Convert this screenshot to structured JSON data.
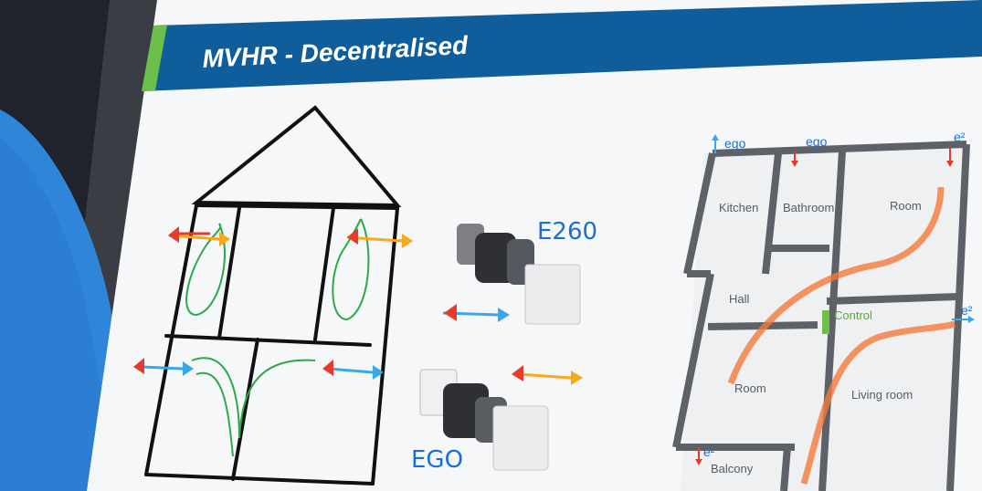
{
  "slide": {
    "title": "MVHR - Decentralised",
    "colors": {
      "header": "#0f5d9a",
      "accent": "#6cc04a",
      "hot": "#e83a2a",
      "cold": "#3aa7e8",
      "warm": "#f7a81b"
    }
  },
  "products": {
    "e260": "E260",
    "ego": "EGO"
  },
  "floorplan": {
    "rooms": {
      "kitchen": "Kitchen",
      "bathroom": "Bathroom",
      "room_top": "Room",
      "hall": "Hall",
      "room_bottom": "Room",
      "living": "Living room",
      "balcony": "Balcony"
    },
    "control": "Control",
    "device_tags": {
      "ego_1": "ego",
      "ego_2": "ego",
      "e2_1": "e²",
      "e2_2": "e²",
      "e2_3": "e²"
    }
  }
}
